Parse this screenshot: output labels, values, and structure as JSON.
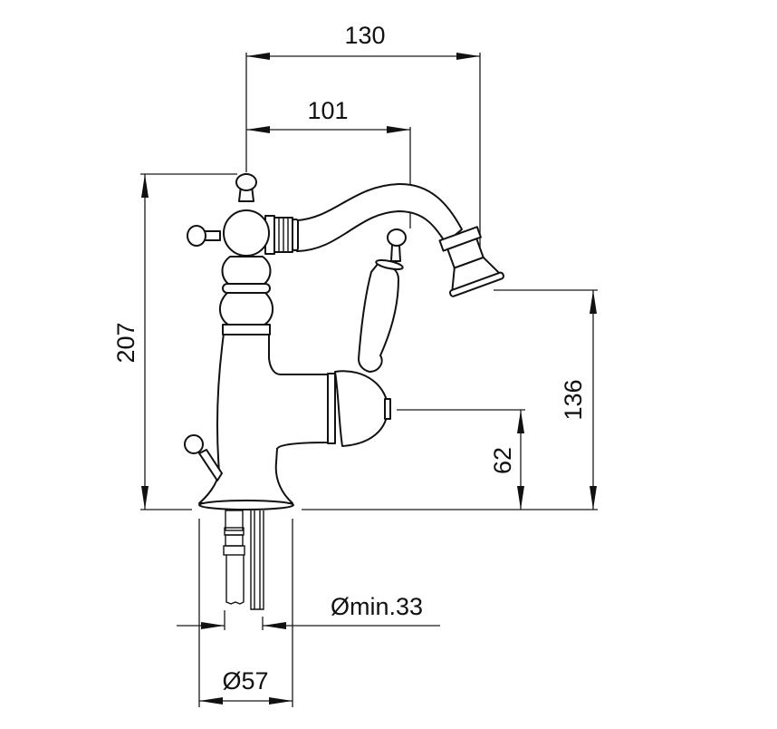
{
  "drawing": {
    "dimensions": {
      "overall_reach": "130",
      "lever_reach": "101",
      "overall_height": "207",
      "spout_outlet_height": "136",
      "lever_axis_height": "62",
      "hole_diameter": "Ømin.33",
      "base_diameter": "Ø57"
    },
    "colors": {
      "line": "#111111",
      "background": "#ffffff"
    }
  }
}
